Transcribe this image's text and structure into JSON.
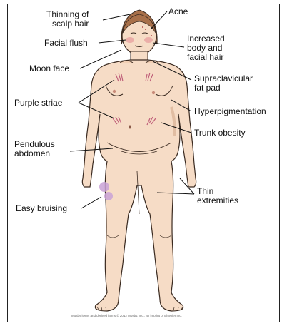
{
  "labels": {
    "thinning_scalp_hair": "Thinning of\nscalp hair",
    "acne": "Acne",
    "facial_flush": "Facial flush",
    "increased_hair": "Increased\nbody and\nfacial hair",
    "moon_face": "Moon face",
    "supraclavicular_fat_pad": "Supraclavicular\nfat pad",
    "purple_striae": "Purple striae",
    "hyperpigmentation": "Hyperpigmentation",
    "trunk_obesity": "Trunk obesity",
    "pendulous_abdomen": "Pendulous\nabdomen",
    "easy_bruising": "Easy bruising",
    "thin_extremities": "Thin\nextremities"
  },
  "credit": "Mosby items and derived items © 2012 Mosby, Inc., an imprint of Elsevier Inc.",
  "colors": {
    "skin": "#f6dcc6",
    "skin_shadow": "#e8bfa0",
    "outline": "#3a2a20",
    "hair": "#a8704a",
    "striae": "#c0607a",
    "bruise": "#c9a2d6",
    "leader_line": "#111111"
  }
}
